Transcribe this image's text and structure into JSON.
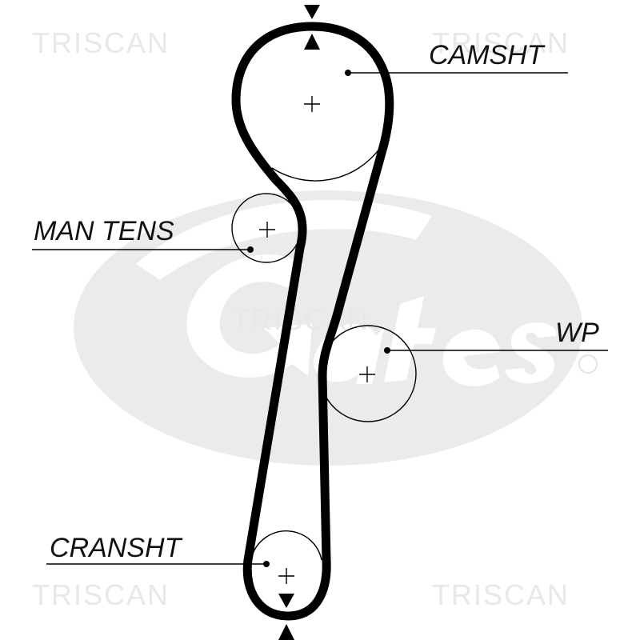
{
  "watermark": {
    "brand_text": "TRISCAN",
    "logo": "Gates",
    "logo_color": "#ebebeb"
  },
  "labels": {
    "camshaft": "CAMSHT",
    "manual_tensioner": "MAN TENS",
    "water_pump": "WP",
    "crankshaft": "CRANSHT"
  },
  "colors": {
    "belt": "#000000",
    "line": "#000000",
    "text": "#111111",
    "watermark_text": "#e8e8e8"
  }
}
